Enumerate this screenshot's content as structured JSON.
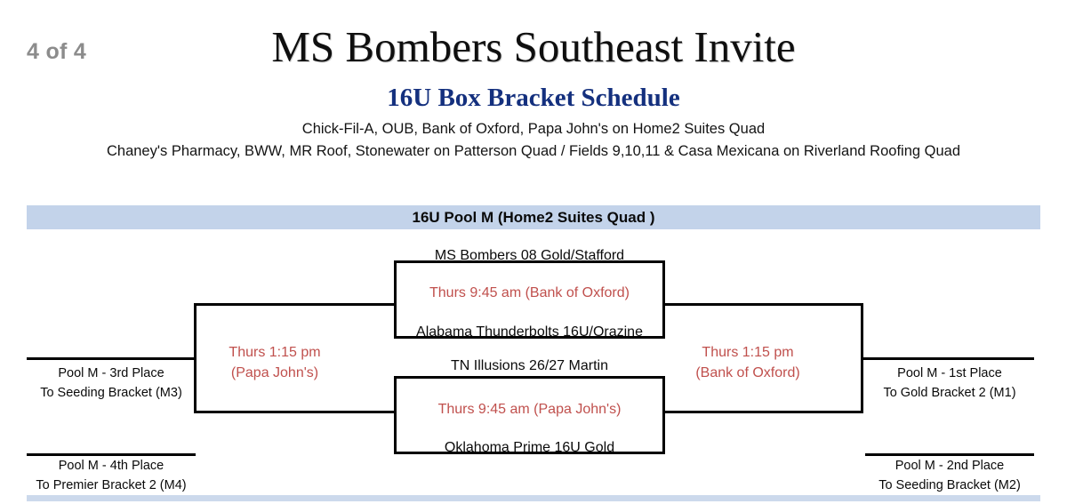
{
  "header": {
    "page_counter": "4 of 4",
    "title": "MS Bombers Southeast Invite",
    "subtitle": "16U Box Bracket Schedule",
    "venue_line_1": "Chick-Fil-A, OUB, Bank of Oxford, Papa John's on Home2 Suites Quad",
    "venue_line_2": "Chaney's Pharmacy, BWW, MR Roof, Stonewater on Patterson Quad  /  Fields 9,10,11 & Casa Mexicana on Riverland Roofing Quad"
  },
  "pool": {
    "bar_label": "16U Pool M   (Home2 Suites Quad )",
    "bar_color": "#c3d3ea"
  },
  "colors": {
    "accent_red": "#c0504d",
    "heading_blue": "#14307e",
    "bar_blue": "#c3d3ea",
    "line_black": "#000000"
  },
  "bracket": {
    "round1": [
      {
        "top_team": "MS Bombers 08 Gold/Stafford",
        "bottom_team": "Alabama Thunderbolts 16U/Orazine",
        "time": "Thurs 9:45 am (Bank of Oxford)"
      },
      {
        "top_team": "TN Illusions 26/27 Martin",
        "bottom_team": "Oklahoma Prime 16U Gold",
        "time": "Thurs 9:45 am (Papa John's)"
      }
    ],
    "round2_left": {
      "time_line_1": "Thurs 1:15 pm",
      "time_line_2": "(Papa John's)"
    },
    "round2_right": {
      "time_line_1": "Thurs 1:15 pm",
      "time_line_2": "(Bank of Oxford)"
    },
    "placements": {
      "left_top": {
        "line_1": "Pool M - 3rd Place",
        "line_2": "To Seeding Bracket (M3)"
      },
      "left_bottom": {
        "line_1": "Pool M - 4th Place",
        "line_2": "To Premier Bracket 2 (M4)"
      },
      "right_top": {
        "line_1": "Pool M - 1st Place",
        "line_2": "To Gold Bracket 2 (M1)"
      },
      "right_bottom": {
        "line_1": "Pool M - 2nd Place",
        "line_2": "To Seeding Bracket (M2)"
      }
    }
  }
}
